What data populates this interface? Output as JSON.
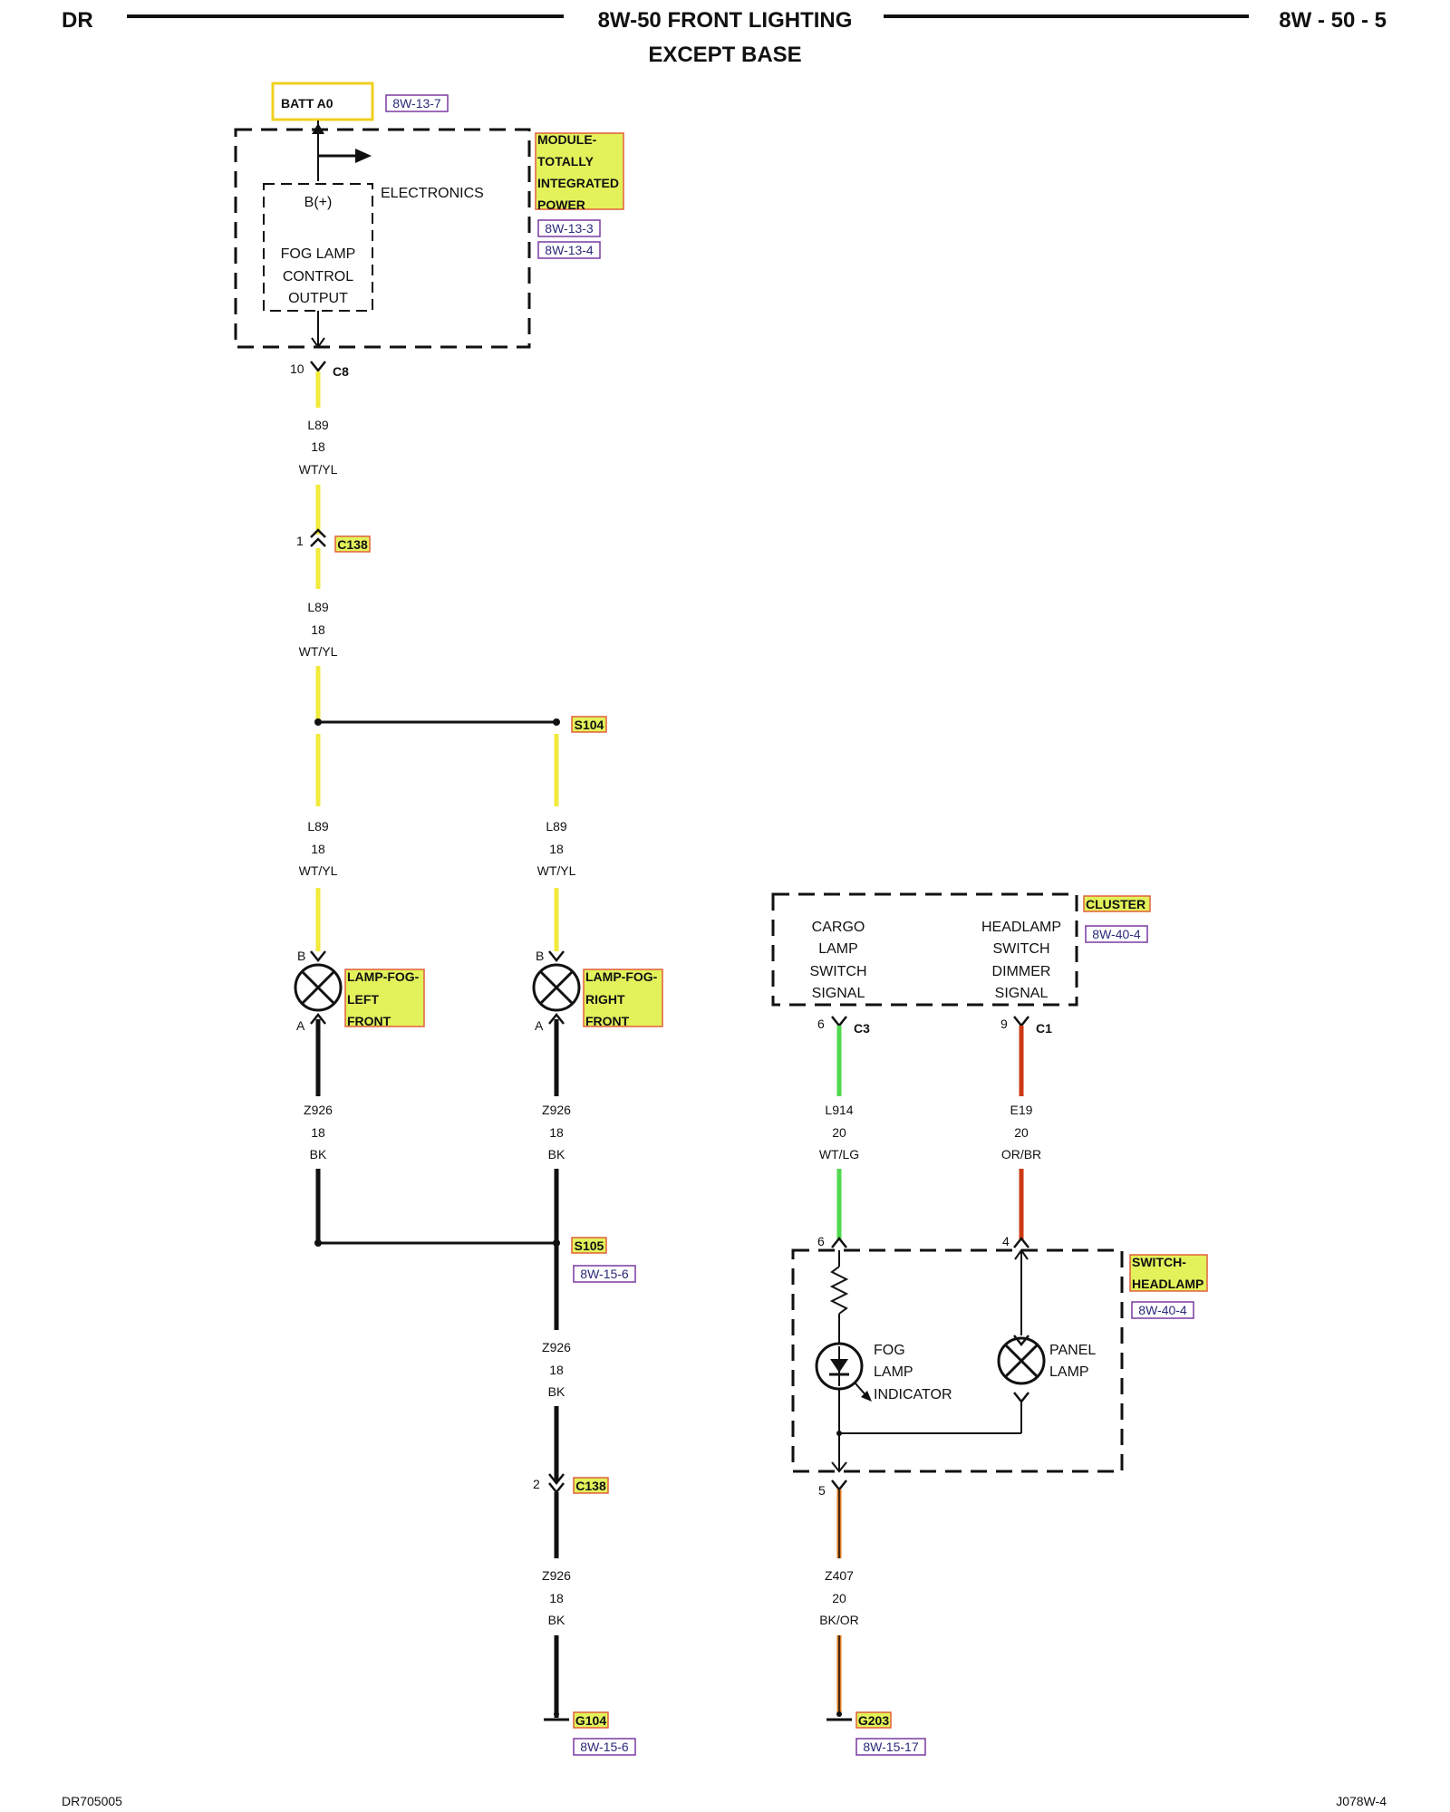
{
  "header": {
    "left": "DR",
    "title_line1": "8W-50 FRONT LIGHTING",
    "title_line2": "EXCEPT BASE",
    "right": "8W - 50 - 5"
  },
  "footer": {
    "left": "DR705005",
    "right": "J078W-4"
  },
  "colors": {
    "wire_wt_yl": "#f2ea3c",
    "wire_wt_lg": "#4fd84f",
    "wire_or_br": "#cc3a14",
    "wire_bk_or": "#e07a1e",
    "wire_bk": "#111111",
    "label_fill": "#e3f25a",
    "label_border": "#e0603a",
    "ref_border": "#7a3aa0",
    "batt_border": "#f0d020"
  },
  "batt": {
    "label": "BATT A0",
    "ref": "8W-13-7"
  },
  "tipm": {
    "name_lines": [
      "MODULE-",
      "TOTALLY",
      "INTEGRATED",
      "POWER"
    ],
    "refs": [
      "8W-13-3",
      "8W-13-4"
    ],
    "electronics": "ELECTRONICS",
    "bplus": "B(+)",
    "output_lines": [
      "FOG LAMP",
      "CONTROL",
      "OUTPUT"
    ],
    "pin": "10",
    "connector": "C8"
  },
  "wires": {
    "l89_a": [
      "L89",
      "18",
      "WT/YL"
    ],
    "l89_b": [
      "L89",
      "18",
      "WT/YL"
    ],
    "l89_c": [
      "L89",
      "18",
      "WT/YL"
    ],
    "l89_d": [
      "L89",
      "18",
      "WT/YL"
    ],
    "z926_a": [
      "Z926",
      "18",
      "BK"
    ],
    "z926_b": [
      "Z926",
      "18",
      "BK"
    ],
    "z926_c": [
      "Z926",
      "18",
      "BK"
    ],
    "z926_d": [
      "Z926",
      "18",
      "BK"
    ],
    "l914": [
      "L914",
      "20",
      "WT/LG"
    ],
    "e19": [
      "E19",
      "20",
      "OR/BR"
    ],
    "z407": [
      "Z407",
      "20",
      "BK/OR"
    ]
  },
  "c138_top": {
    "pin": "1",
    "name": "C138"
  },
  "c138_bottom": {
    "pin": "2",
    "name": "C138"
  },
  "s104": {
    "name": "S104"
  },
  "s105": {
    "name": "S105",
    "ref": "8W-15-6"
  },
  "lamp_left": {
    "name_lines": [
      "LAMP-FOG-",
      "LEFT",
      "FRONT"
    ],
    "pin_b": "B",
    "pin_a": "A"
  },
  "lamp_right": {
    "name_lines": [
      "LAMP-FOG-",
      "RIGHT",
      "FRONT"
    ],
    "pin_b": "B",
    "pin_a": "A"
  },
  "cluster": {
    "name": "CLUSTER",
    "ref": "8W-40-4",
    "left_lines": [
      "CARGO",
      "LAMP",
      "SWITCH",
      "SIGNAL"
    ],
    "right_lines": [
      "HEADLAMP",
      "SWITCH",
      "DIMMER",
      "SIGNAL"
    ],
    "pin_left": "6",
    "conn_left": "C3",
    "pin_right": "9",
    "conn_right": "C1"
  },
  "switch_headlamp": {
    "name_lines": [
      "SWITCH-",
      "HEADLAMP"
    ],
    "ref": "8W-40-4",
    "pin_left": "6",
    "pin_right": "4",
    "pin_bottom": "5",
    "fog_lines": [
      "FOG",
      "LAMP",
      "INDICATOR"
    ],
    "panel_lines": [
      "PANEL",
      "LAMP"
    ]
  },
  "g104": {
    "name": "G104",
    "ref": "8W-15-6"
  },
  "g203": {
    "name": "G203",
    "ref": "8W-15-17"
  }
}
